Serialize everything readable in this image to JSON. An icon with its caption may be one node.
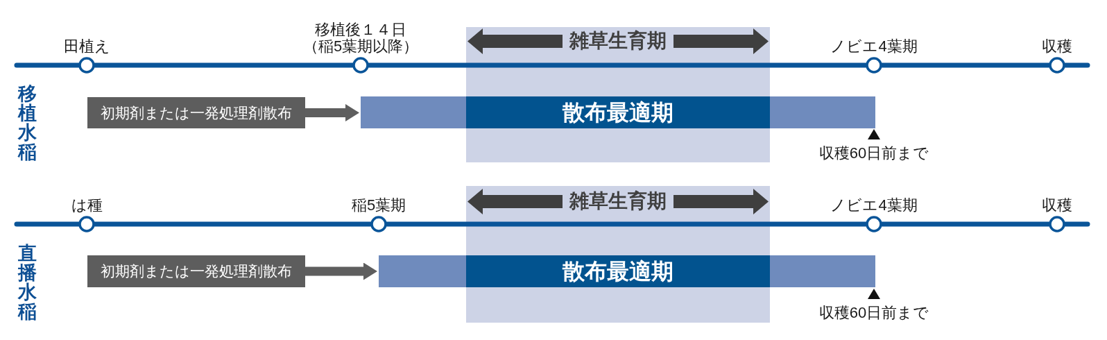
{
  "diagram": {
    "nodes": [
      {
        "text": [
          "田植え"
        ]
      },
      {
        "text": [
          "移植後１４日（稲5葉期以降）"
        ]
      },
      {
        "text": [
          "雑草生育期"
        ]
      },
      {
        "text": [
          "ノビエ4葉期"
        ]
      },
      {
        "text": [
          "収穫"
        ]
      },
      {
        "text": [
          "初期剤または一発処理剤散布"
        ]
      },
      {
        "text": [],
        "shape": "bar"
      },
      {
        "text": [
          "散布最適期"
        ]
      },
      {
        "text": [
          "収穫60日前まで"
        ]
      },
      {
        "text": [
          "は種"
        ]
      },
      {
        "text": [
          "稲5葉期"
        ]
      },
      {
        "text": [
          "雑草生育期"
        ]
      },
      {
        "text": [
          "ノビエ4葉期"
        ]
      },
      {
        "text": [
          "収穫"
        ]
      },
      {
        "text": [
          "初期剤または一発処理剤散布"
        ]
      },
      {
        "text": [],
        "shape": "bar"
      },
      {
        "text": [
          "散布最適期"
        ]
      },
      {
        "text": [
          "収穫60日前まで"
        ]
      }
    ],
    "edges": [
      {
        "from": 5,
        "to": 6,
        "arrow": "to"
      },
      {
        "from": 14,
        "to": 15,
        "arrow": "to"
      }
    ],
    "labels": [
      "移植水稲",
      "直播水稲"
    ]
  }
}
